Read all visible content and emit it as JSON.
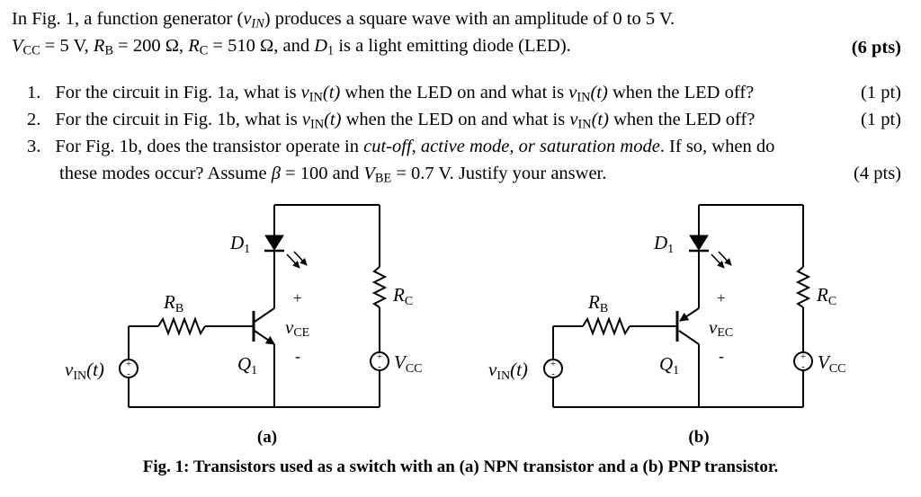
{
  "intro": {
    "line1": {
      "t1": "In Fig. 1, a function generator (",
      "v": "v",
      "vsub": "IN",
      "t2": ") produces a square wave with an amplitude of 0 to 5 V."
    },
    "line2": {
      "vcc": "V",
      "vcc_sub": "CC",
      "t1": " = 5 V, ",
      "rb": "R",
      "rb_sub": "B",
      "t2": " = 200 Ω, ",
      "rc": "R",
      "rc_sub": "C",
      "t3": " = 510 Ω, and ",
      "d": "D",
      "d_sub": "1",
      "t4": " is a light emitting diode (LED)."
    },
    "points": "(6 pts)"
  },
  "questions": [
    {
      "num": "1.",
      "t1": "For the circuit in Fig. 1a, what is ",
      "v1": "v",
      "v1sub": "IN",
      "v1arg": "(t)",
      "t2": " when the LED on and what is ",
      "v2": "v",
      "v2sub": "IN",
      "v2arg": "(t)",
      "t3": " when the LED off?",
      "points": "(1 pt)"
    },
    {
      "num": "2.",
      "t1": "For the circuit in Fig. 1b, what is ",
      "v1": "v",
      "v1sub": "IN",
      "v1arg": "(t)",
      "t2": " when the LED on and what is ",
      "v2": "v",
      "v2sub": "IN",
      "v2arg": "(t)",
      "t3": " when the LED off?",
      "points": "(1 pt)"
    },
    {
      "num": "3.",
      "t1": "For Fig. 1b, does the transistor operate in ",
      "modes": "cut-off, active mode, or saturation mode",
      "t2": ". If so, when do",
      "line2_t1": "these modes occur? Assume ",
      "beta": "β",
      "line2_t2": " = 100 and ",
      "vbe": "V",
      "vbe_sub": "BE",
      "line2_t3": " = 0.7 V. Justify your answer.",
      "points": "(4 pts)"
    }
  ],
  "figure": {
    "circuit_a": {
      "d1": "D",
      "d1_sub": "1",
      "rb": "R",
      "rb_sub": "B",
      "rc": "R",
      "rc_sub": "C",
      "plus": "+",
      "vce": "v",
      "vce_sub": "CE",
      "minus": "-",
      "q1": "Q",
      "q1_sub": "1",
      "vin": "v",
      "vin_sub": "IN",
      "vin_arg": "(t)",
      "vcc": "V",
      "vcc_sub": "CC",
      "label": "(a)"
    },
    "circuit_b": {
      "d1": "D",
      "d1_sub": "1",
      "rb": "R",
      "rb_sub": "B",
      "rc": "R",
      "rc_sub": "C",
      "plus": "+",
      "vec": "v",
      "vec_sub": "EC",
      "minus": "-",
      "q1": "Q",
      "q1_sub": "1",
      "vin": "v",
      "vin_sub": "IN",
      "vin_arg": "(t)",
      "vcc": "V",
      "vcc_sub": "CC",
      "label": "(b)"
    },
    "caption": "Fig. 1: Transistors used as a switch with an (a) NPN transistor and a (b) PNP transistor."
  }
}
